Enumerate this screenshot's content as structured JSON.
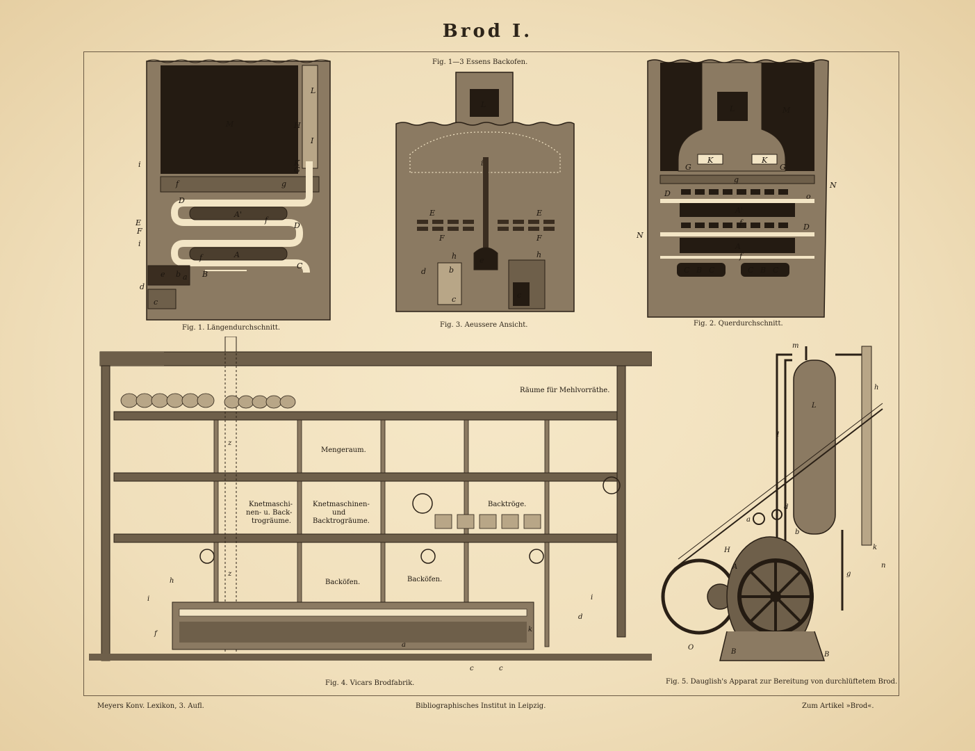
{
  "plate": {
    "title": "Brod I.",
    "top_caption": "Fig. 1—3 Essens Backofen."
  },
  "figures": {
    "fig1": {
      "caption": "Fig. 1. Längendurchschnitt.",
      "labels": [
        "M",
        "L",
        "H",
        "I",
        "K",
        "G",
        "i",
        "f",
        "g",
        "D",
        "A'",
        "E",
        "F",
        "f",
        "D",
        "i",
        "A",
        "f",
        "C",
        "B",
        "b",
        "a",
        "e",
        "d",
        "c"
      ]
    },
    "fig3": {
      "caption": "Fig. 3. Aeussere Ansicht.",
      "labels": [
        "L",
        "i",
        "E",
        "E",
        "F",
        "F",
        "h",
        "h",
        "e",
        "b",
        "d",
        "c",
        "c"
      ]
    },
    "fig2": {
      "caption": "Fig. 2. Querdurchschnitt.",
      "labels": [
        "L",
        "M",
        "K",
        "K",
        "G",
        "G",
        "g",
        "N",
        "D",
        "o",
        "A'",
        "f",
        "D",
        "N",
        "A",
        "f",
        "C",
        "B",
        "C",
        "C",
        "B",
        "C"
      ]
    },
    "fig4": {
      "caption": "Fig. 4. Vicars Brodfabrik.",
      "rooms": [
        "Räume für Mehlvorräthe.",
        "Mengeraum.",
        "Knetmaschi-",
        "nen- u. Back-",
        "trogräume.",
        "Knetmaschinen-",
        "und",
        "Backtrogräume.",
        "Backtröge.",
        "Backöfen.",
        "Backöfen."
      ],
      "labels": [
        "z",
        "z",
        "h",
        "i",
        "f",
        "i",
        "k",
        "d",
        "a",
        "c",
        "c"
      ]
    },
    "fig5": {
      "caption": "Fig. 5. Dauglish's Apparat zur Bereitung von durchlüftetem Brod.",
      "labels": [
        "m",
        "h",
        "L",
        "l",
        "d",
        "a",
        "b",
        "H",
        "A",
        "g",
        "k",
        "n",
        "O",
        "B",
        "B"
      ]
    }
  },
  "footer": {
    "left": "Meyers Konv. Lexikon, 3. Aufl.",
    "center": "Bibliographisches Institut in Leipzig.",
    "right": "Zum Artikel »Brod«."
  }
}
